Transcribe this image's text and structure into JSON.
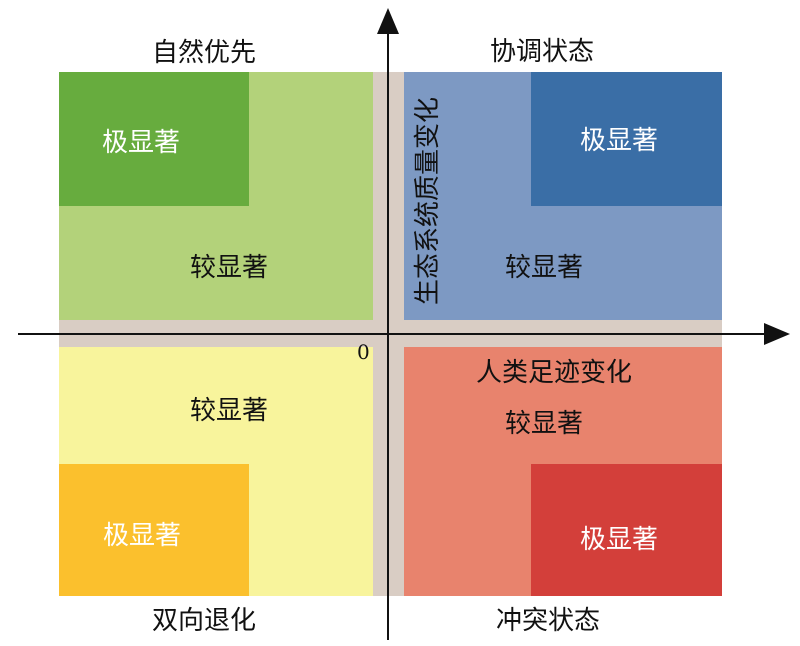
{
  "axis": {
    "origin_label": "0",
    "x_axis_label": "人类足迹变化",
    "y_axis_label": "生态系统质量变化"
  },
  "quadrants": {
    "top_left": {
      "title": "自然优先",
      "inner_label": "极显著",
      "outer_label": "较显著",
      "inner_color": "#67AC3E",
      "outer_color": "#B3D27A"
    },
    "top_right": {
      "title": "协调状态",
      "inner_label": "极显著",
      "outer_label": "较显著",
      "inner_color": "#3A6EA6",
      "outer_color": "#7D99C3"
    },
    "bottom_left": {
      "title": "双向退化",
      "inner_label": "极显著",
      "outer_label": "较显著",
      "inner_color": "#FBC02D",
      "outer_color": "#F8F49C"
    },
    "bottom_right": {
      "title": "冲突状态",
      "inner_label": "极显著",
      "outer_label": "较显著",
      "inner_color": "#D33F3A",
      "outer_color": "#E8836D"
    }
  },
  "colors": {
    "background_band": "#D9CDC4",
    "axis": "#111111"
  }
}
